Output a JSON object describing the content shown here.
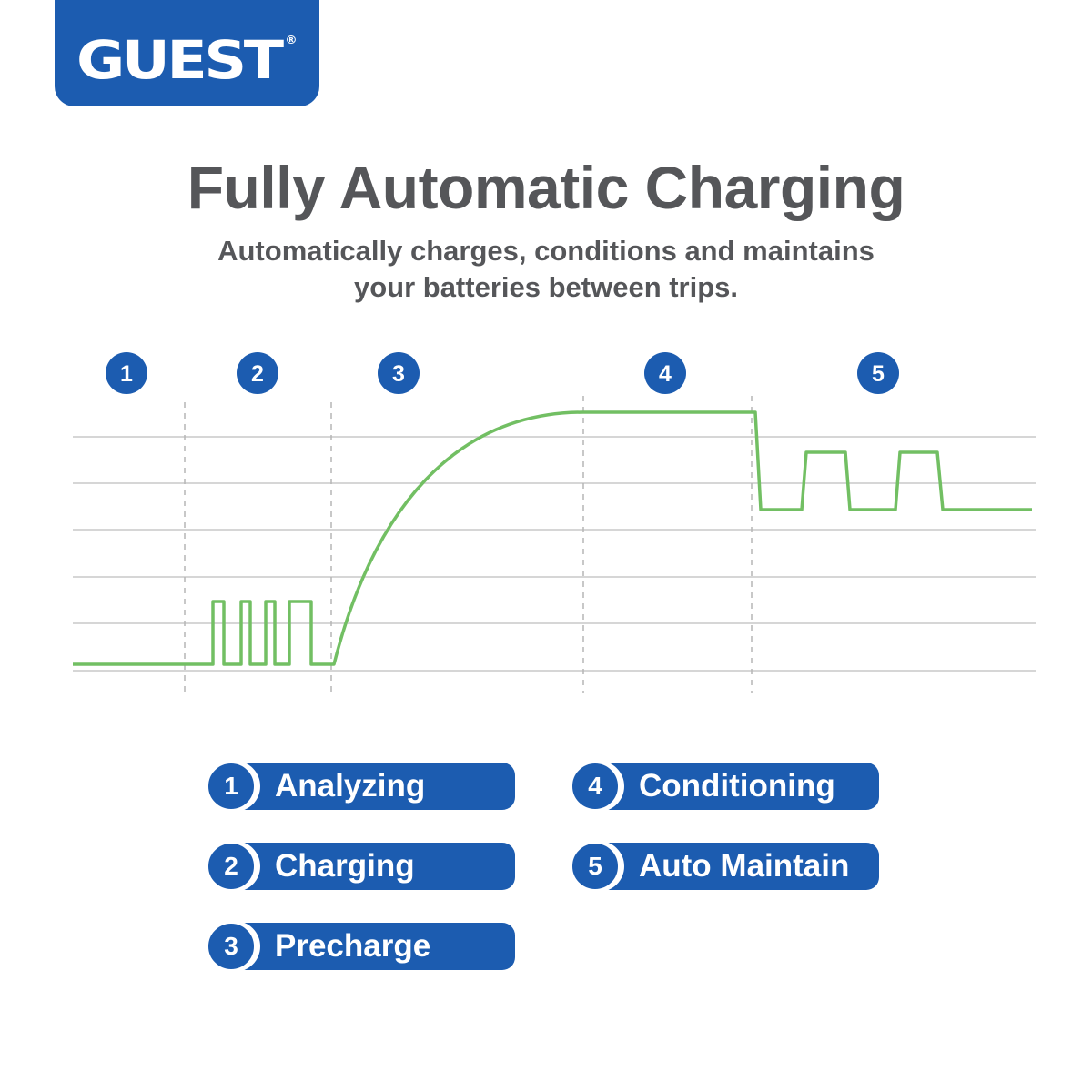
{
  "brand": {
    "name": "GUEST",
    "registered_mark": "®",
    "color": "#1c5cb0"
  },
  "title": "Fully Automatic Charging",
  "subtitle": {
    "line1": "Automatically charges, conditions and maintains",
    "line2": "your batteries between trips."
  },
  "colors": {
    "text": "#555659",
    "accent": "#1c5cb0",
    "curve": "#72bf63",
    "grid": "#c9c9c9"
  },
  "stages": [
    {
      "number": "1",
      "label": "Analyzing"
    },
    {
      "number": "2",
      "label": "Charging"
    },
    {
      "number": "3",
      "label": "Precharge"
    },
    {
      "number": "4",
      "label": "Conditioning"
    },
    {
      "number": "5",
      "label": "Auto Maintain"
    }
  ]
}
